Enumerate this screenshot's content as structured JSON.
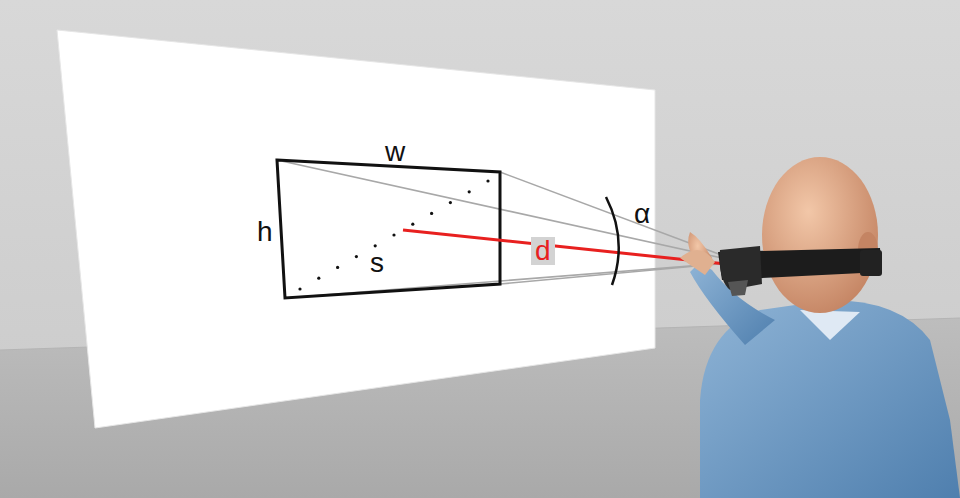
{
  "diagram": {
    "labels": [
      "w",
      "h",
      "s",
      "d",
      "α"
    ]
  }
}
